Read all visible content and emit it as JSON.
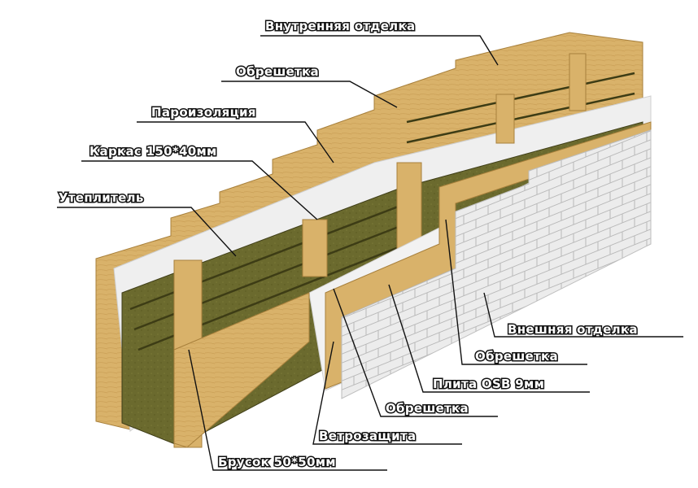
{
  "colors": {
    "insulation": "#6b6a2e",
    "insulation_dark": "#4e4d20",
    "wood": "#d9b26a",
    "wood_dark": "#b88c45",
    "membrane": "#eeeeee",
    "brick": "#e9e9e9",
    "label_text": "#ffffff",
    "label_outline": "#111111"
  },
  "labels": {
    "interior_finish": "Внутренняя отделка",
    "battens_top": "Обрешетка",
    "vapor_barrier": "Пароизоляция",
    "frame": "Каркас 150*40мм",
    "insulation": "Утеплитель",
    "exterior_finish": "Внешняя отделка",
    "battens_outer": "Обрешетка",
    "osb": "Плита OSB 9мм",
    "battens_inner": "Обрешетка",
    "wind_barrier": "Ветрозащита",
    "bar": "Брусок 50*50мм"
  }
}
